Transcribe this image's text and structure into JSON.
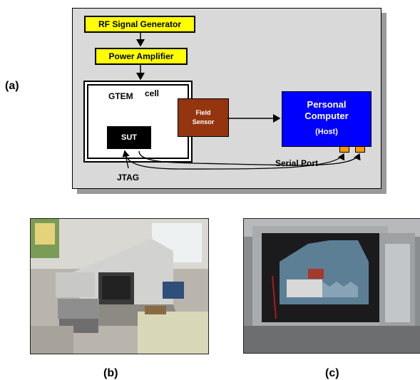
{
  "labels": {
    "a": "(a)",
    "b": "(b)",
    "c": "(c)"
  },
  "diagram": {
    "rf_generator": "RF Signal Generator",
    "power_amplifier": "Power Amplifier",
    "gtem_word": "GTEM",
    "gtem_cell_word": "cell",
    "sut": "SUT",
    "field_sensor_line1": "Field",
    "field_sensor_line2": "Sensor",
    "pc_line1": "Personal",
    "pc_line2": "Computer",
    "pc_line3": "(Host)",
    "serial_port": "Serial Port",
    "jtag": "JTAG"
  },
  "colors": {
    "panel": "#d9d9d9",
    "yellow_box": "#ffff00",
    "field_sensor": "#943510",
    "pc": "#0000ff",
    "port": "#ff9900"
  }
}
